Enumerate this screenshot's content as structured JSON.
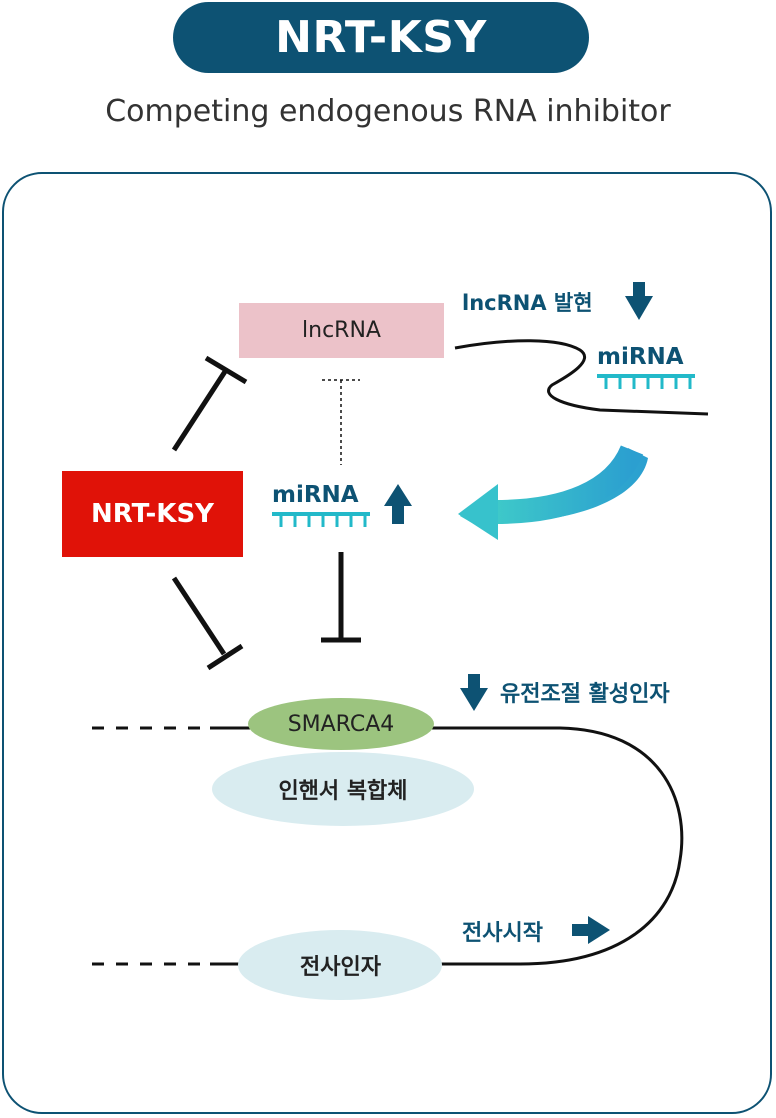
{
  "header": {
    "title": "NRT-KSY",
    "subtitle": "Competing endogenous RNA inhibitor"
  },
  "diagram": {
    "lncrna_box": "lncRNA",
    "nrt_box": "NRT-KSY",
    "lncrna_expression": "lncRNA 발현",
    "mirna_bound": "miRNA",
    "mirna_center": "miRNA",
    "smarca4": "SMARCA4",
    "enhancer_complex": "인핸서 복합체",
    "tf_activator": "유전조절 활성인자",
    "transcription_start": "전사시작",
    "transcription_factor": "전사인자"
  },
  "colors": {
    "navy": "#0d5273",
    "red": "#e01208",
    "pink": "#ecc2c9",
    "green": "#9cc47f",
    "light_blue": "#d9ecf0",
    "cyan": "#22b9c9"
  }
}
